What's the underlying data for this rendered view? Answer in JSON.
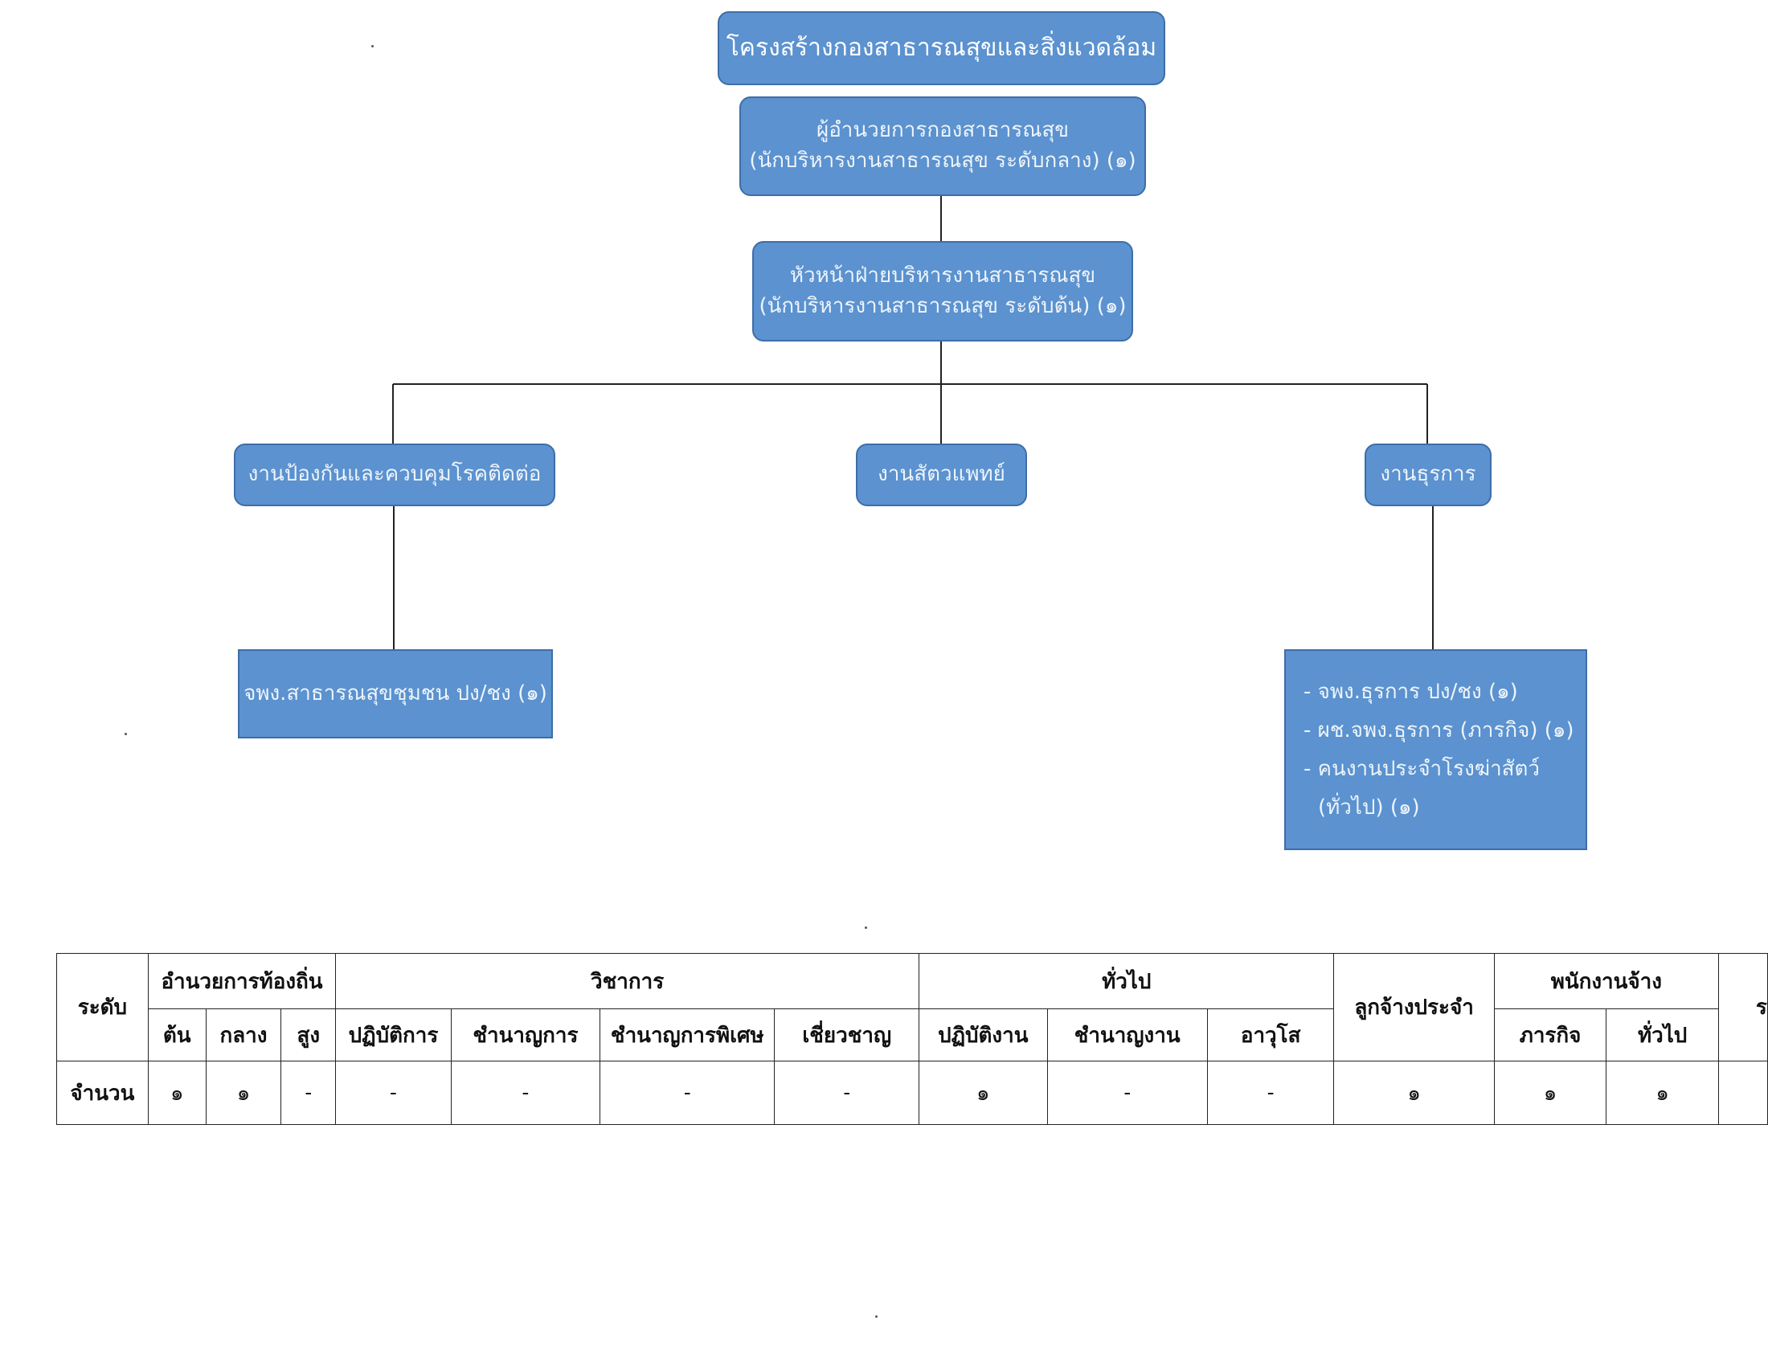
{
  "chart": {
    "title": "โครงสร้างกองสาธารณสุขและสิ่งแวดล้อม",
    "director": {
      "line1": "ผู้อำนวยการกองสาธารณสุข",
      "line2": "(นักบริหารงานสาธารณสุข ระดับกลาง) (๑)"
    },
    "head": {
      "line1": "หัวหน้าฝ่ายบริหารงานสาธารณสุข",
      "line2": "(นักบริหารงานสาธารณสุข ระดับต้น) (๑)"
    },
    "units": [
      "งานป้องกันและควบคุมโรคติดต่อ",
      "งานสัตวแพทย์",
      "งานธุรการ"
    ],
    "staff_left": "จพง.สาธารณสุขชุมชน ปง/ชง (๑)",
    "staff_right": [
      "- จพง.ธุรการ ปง/ชง (๑)",
      "- ผช.จพง.ธุรการ (ภารกิจ) (๑)",
      "- คนงานประจำโรงฆ่าสัตว์",
      "(ทั่วไป) (๑)"
    ]
  },
  "table": {
    "level_label": "ระดับ",
    "count_label": "จำนวน",
    "groups": {
      "local_admin": "อำนวยการท้องถิ่น",
      "academic": "วิชาการ",
      "general": "ทั่วไป",
      "permanent": "ลูกจ้างประจำ",
      "contract": "พนักงานจ้าง",
      "total_partial": "ร"
    },
    "sub_headers": [
      "ต้น",
      "กลาง",
      "สูง",
      "ปฏิบัติการ",
      "ชำนาญการ",
      "ชำนาญการพิเศษ",
      "เชี่ยวชาญ",
      "ปฏิบัติงาน",
      "ชำนาญงาน",
      "อาวุโส",
      "ภารกิจ",
      "ทั่วไป"
    ],
    "counts": [
      "๑",
      "๑",
      "-",
      "-",
      "-",
      "-",
      "-",
      "๑",
      "-",
      "-",
      "๑",
      "๑",
      "๑",
      ""
    ]
  },
  "colors": {
    "box_fill": "#5b92cf",
    "box_border": "#3e6ea8",
    "connector": "#222222"
  }
}
